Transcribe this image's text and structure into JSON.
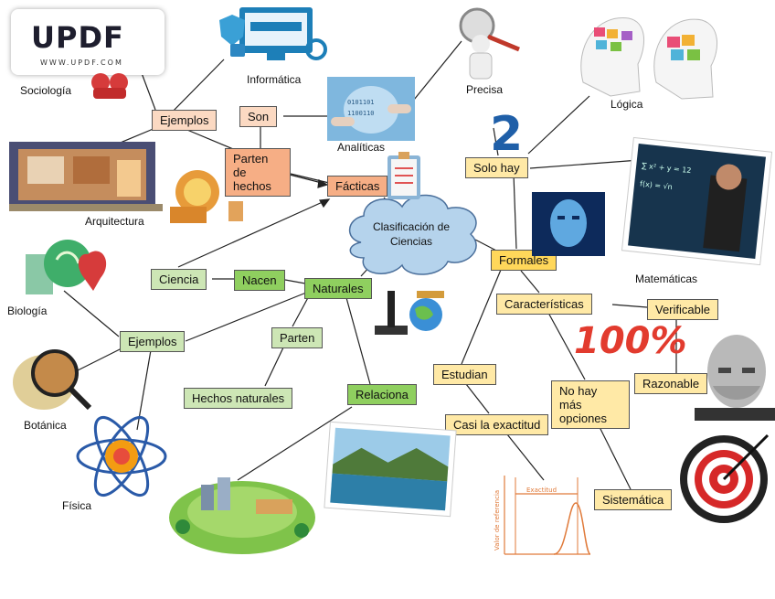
{
  "watermark": {
    "name": "UPDF",
    "url": "WWW.UPDF.COM"
  },
  "center": {
    "text": "Clasificación de Ciencias"
  },
  "nodes": {
    "facticas": "Fácticas",
    "parten_hechos": "Parten de hechos",
    "son": "Son",
    "ejemplos_top": "Ejemplos",
    "naturales": "Naturales",
    "nacen": "Nacen",
    "ciencia": "Ciencia",
    "ejemplos_left": "Ejemplos",
    "parten": "Parten",
    "hechos_naturales": "Hechos naturales",
    "relaciona": "Relaciona",
    "formales": "Formales",
    "solo_hay": "Solo hay",
    "caracteristicas": "Características",
    "verificable": "Verificable",
    "razonable": "Razonable",
    "no_hay_mas": "No hay más opciones",
    "sistematica": "Sistemática",
    "estudian": "Estudian",
    "casi_exactitud": "Casi la exactitud"
  },
  "labels": {
    "sociologia": "Sociología",
    "informatica": "Informática",
    "precisa": "Precisa",
    "logica": "Lógica",
    "analiticas": "Analíticas",
    "arquitectura": "Arquitectura",
    "matematicas": "Matemáticas",
    "biologia": "Biología",
    "botanica": "Botánica",
    "fisica": "Física"
  },
  "graph_text": {
    "exactitud": "Exactitud",
    "valor_referencia": "Valor de referencia"
  },
  "badge_100": "100%",
  "number_2": "2",
  "icons": [
    "globe-icon",
    "lock-monitor-icon",
    "magnifier-figure-icon",
    "brain-puzzle-icon",
    "binary-touch-icon",
    "house-section-icon",
    "lightbulb-head-icon",
    "robot-face-icon",
    "teacher-board-icon",
    "dna-plant-icon",
    "microscope-icon",
    "plant-under-magnifier-icon",
    "atom-icon",
    "island-city-icon",
    "lake-photo-icon",
    "bell-curve-icon",
    "target-icon",
    "cyborg-head-icon"
  ],
  "colors": {
    "green": "#cde6b5",
    "green_dark": "#8fcf5f",
    "peach": "#fbd9c2",
    "orange": "#f6ae85",
    "yellow": "#ffe9a6",
    "gold": "#ffd75a",
    "cloud": "#b5d3ec"
  }
}
